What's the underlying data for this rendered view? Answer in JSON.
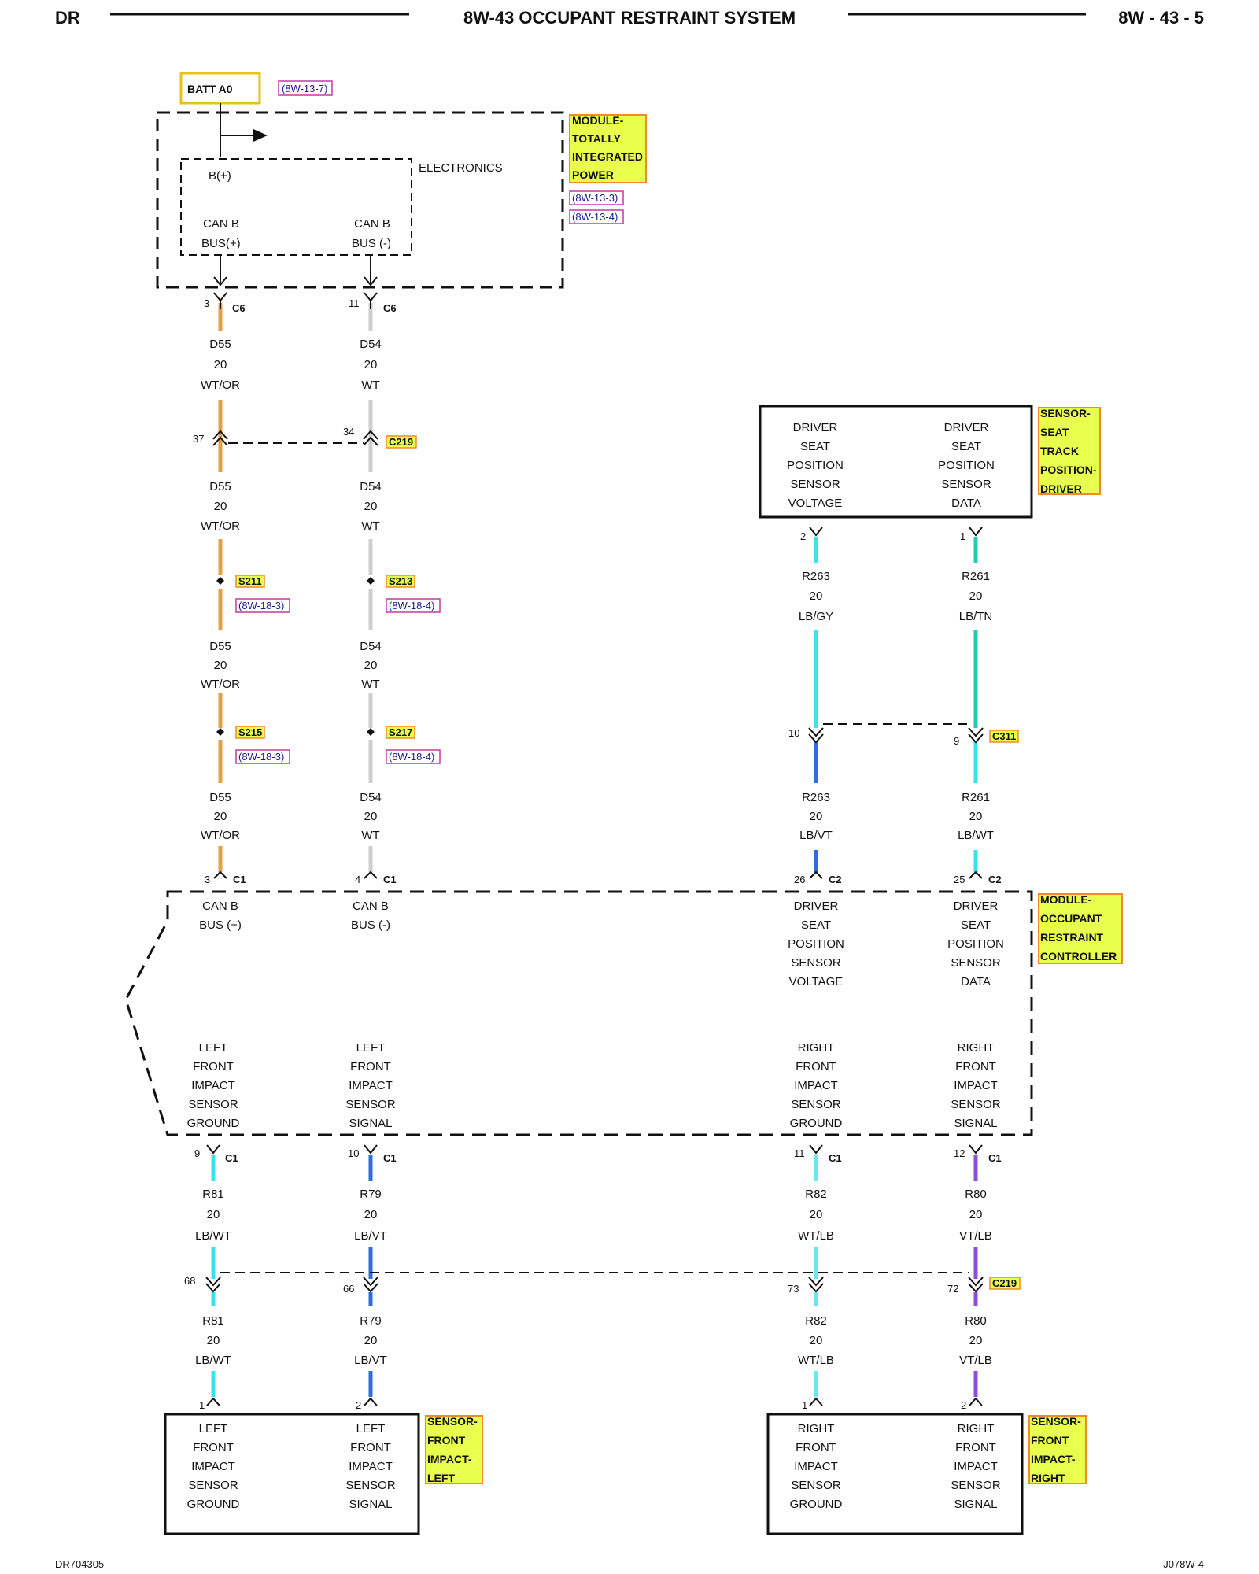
{
  "header": {
    "left": "DR",
    "title": "8W-43 OCCUPANT RESTRAINT SYSTEM",
    "right": "8W - 43 - 5"
  },
  "footer": {
    "left": "DR704305",
    "right": "J078W-4"
  },
  "batt": {
    "label": "BATT A0",
    "ref": "(8W-13-7)"
  },
  "tipm": {
    "name_lines": [
      "MODULE-",
      "TOTALLY",
      "INTEGRATED",
      "POWER"
    ],
    "refs": [
      "(8W-13-3)",
      "(8W-13-4)"
    ],
    "electronics": "ELECTRONICS",
    "b_plus": "B(+)",
    "can_plus": [
      "CAN B",
      "BUS(+)"
    ],
    "can_minus": [
      "CAN B",
      "BUS (-)"
    ]
  },
  "orc": {
    "name_lines": [
      "MODULE-",
      "OCCUPANT",
      "RESTRAINT",
      "CONTROLLER"
    ],
    "pins_top": [
      [
        "CAN B",
        "BUS (+)"
      ],
      [
        "CAN B",
        "BUS (-)"
      ],
      [
        "DRIVER",
        "SEAT",
        "POSITION",
        "SENSOR",
        "VOLTAGE"
      ],
      [
        "DRIVER",
        "SEAT",
        "POSITION",
        "SENSOR",
        "DATA"
      ]
    ],
    "pins_bottom": [
      [
        "LEFT",
        "FRONT",
        "IMPACT",
        "SENSOR",
        "GROUND"
      ],
      [
        "LEFT",
        "FRONT",
        "IMPACT",
        "SENSOR",
        "SIGNAL"
      ],
      [
        "RIGHT",
        "FRONT",
        "IMPACT",
        "SENSOR",
        "GROUND"
      ],
      [
        "RIGHT",
        "FRONT",
        "IMPACT",
        "SENSOR",
        "SIGNAL"
      ]
    ]
  },
  "seat_sensor": {
    "name_lines": [
      "SENSOR-",
      "SEAT",
      "TRACK",
      "POSITION-",
      "DRIVER"
    ],
    "pins": [
      [
        "DRIVER",
        "SEAT",
        "POSITION",
        "SENSOR",
        "VOLTAGE"
      ],
      [
        "DRIVER",
        "SEAT",
        "POSITION",
        "SENSOR",
        "DATA"
      ]
    ]
  },
  "left_sensor": {
    "name_lines": [
      "SENSOR-",
      "FRONT",
      "IMPACT-",
      "LEFT"
    ],
    "pins": [
      [
        "LEFT",
        "FRONT",
        "IMPACT",
        "SENSOR",
        "GROUND"
      ],
      [
        "LEFT",
        "FRONT",
        "IMPACT",
        "SENSOR",
        "SIGNAL"
      ]
    ]
  },
  "right_sensor": {
    "name_lines": [
      "SENSOR-",
      "FRONT",
      "IMPACT-",
      "RIGHT"
    ],
    "pins": [
      [
        "RIGHT",
        "FRONT",
        "IMPACT",
        "SENSOR",
        "GROUND"
      ],
      [
        "RIGHT",
        "FRONT",
        "IMPACT",
        "SENSOR",
        "SIGNAL"
      ]
    ]
  },
  "connectors": {
    "c6": "C6",
    "c219": "C219",
    "c1": "C1",
    "c2": "C2",
    "c311": "C311"
  },
  "pins": {
    "d55_c6": "3",
    "d54_c6": "11",
    "d55_c219": "37",
    "d54_c219": "34",
    "d55_c1": "3",
    "d54_c1": "4",
    "r263_seat": "2",
    "r261_seat": "1",
    "r263_c311": "10",
    "r261_c311": "9",
    "r263_c2": "26",
    "r261_c2": "25",
    "r81_c1": "9",
    "r79_c1": "10",
    "r82_c1": "11",
    "r80_c1": "12",
    "r81_c219": "68",
    "r79_c219": "66",
    "r82_c219": "73",
    "r80_c219": "72",
    "r81_sens": "1",
    "r79_sens": "2",
    "r82_sens": "1",
    "r80_sens": "2"
  },
  "splices": {
    "s211": "S211",
    "s213": "S213",
    "s215": "S215",
    "s217": "S217",
    "s211_ref": "(8W-18-3)",
    "s213_ref": "(8W-18-4)",
    "s215_ref": "(8W-18-3)",
    "s217_ref": "(8W-18-4)"
  },
  "wires": {
    "d55": [
      "D55",
      "20",
      "WT/OR"
    ],
    "d54": [
      "D54",
      "20",
      "WT"
    ],
    "r263_a": [
      "R263",
      "20",
      "LB/GY"
    ],
    "r263_b": [
      "R263",
      "20",
      "LB/VT"
    ],
    "r261_a": [
      "R261",
      "20",
      "LB/TN"
    ],
    "r261_b": [
      "R261",
      "20",
      "LB/WT"
    ],
    "r81": [
      "R81",
      "20",
      "LB/WT"
    ],
    "r79": [
      "R79",
      "20",
      "LB/VT"
    ],
    "r82": [
      "R82",
      "20",
      "WT/LB"
    ],
    "r80": [
      "R80",
      "20",
      "VT/LB"
    ]
  },
  "colors": {
    "wt_or": "#e3a04a",
    "wt": "#cfcfcf",
    "lb_gy": "#3ee0ea",
    "lb_vt": "#2e6de0",
    "lb_tn": "#27c9b4",
    "lb_wt": "#35e3f0",
    "wt_lb": "#6be6f0",
    "vt_lb": "#8e4fd8",
    "highlight": "#e8ff4d",
    "highlight_border": "#f08a2a",
    "ref_border": "#c03aa0"
  }
}
